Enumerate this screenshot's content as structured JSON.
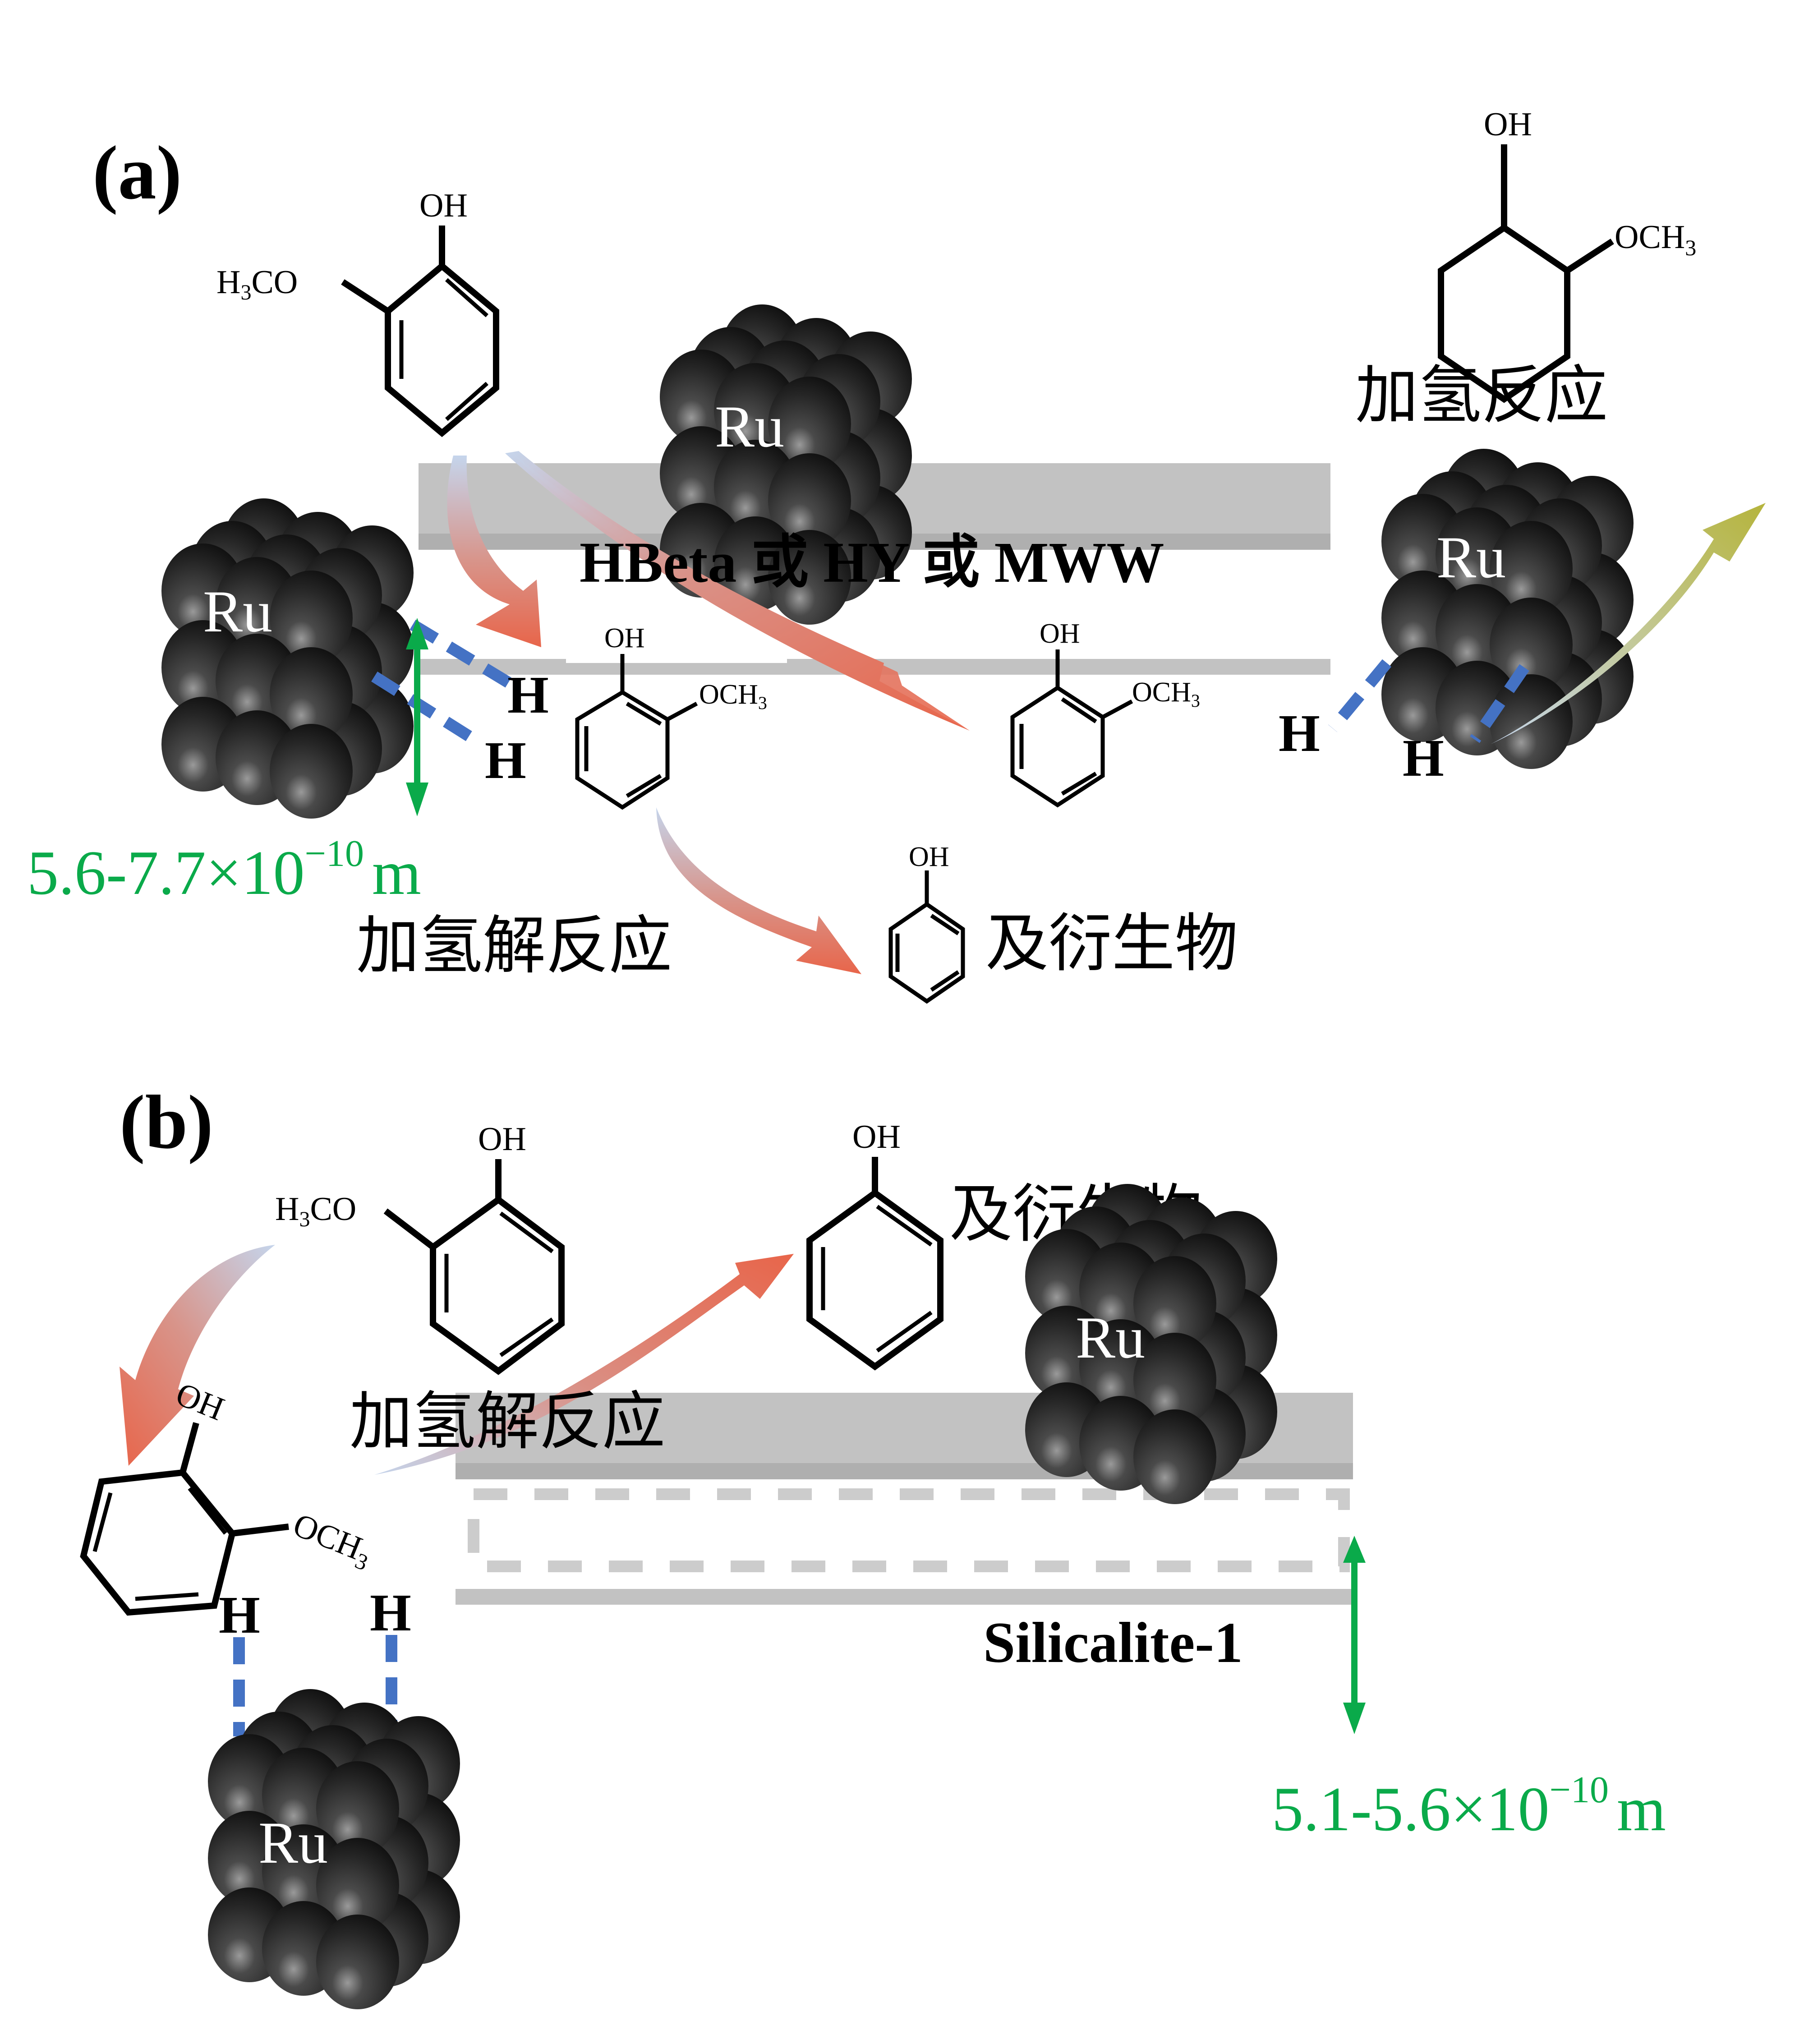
{
  "figure": {
    "panels": [
      {
        "id": "a",
        "label": "(a)",
        "zeolite_label": "HBeta 或 HY 或 MWW",
        "pore_size": {
          "base": "5.6-7.7×10",
          "exponent": "−10",
          "unit": "m"
        },
        "reactant": {
          "name": "guaiacol",
          "oh": "OH",
          "substituent_main": "H",
          "substituent_sub": "3",
          "substituent_tail": "CO"
        },
        "adsorbed_molecules": [
          {
            "oh": "OH",
            "ome_main": "OCH",
            "ome_sub": "3"
          },
          {
            "oh": "OH",
            "ome_main": "OCH",
            "ome_sub": "3"
          }
        ],
        "hydrogenation_product": {
          "name": "2-methoxycyclohexanol",
          "oh": "OH",
          "ome_main": "OCH",
          "ome_sub": "3"
        },
        "hydrogenation_label": "加氢反应",
        "hydrogenolysis_label": "加氢解反应",
        "phenol_product": {
          "oh": "OH"
        },
        "derivatives_label": "及衍生物",
        "catalyst_label": "Ru",
        "hydrogen_label": "H",
        "ru_clusters": 3,
        "hydrogen_atoms": 4
      },
      {
        "id": "b",
        "label": "(b)",
        "zeolite_label": "Silicalite-1",
        "pore_size": {
          "base": "5.1-5.6×10",
          "exponent": "−10",
          "unit": "m"
        },
        "reactant": {
          "name": "guaiacol",
          "oh": "OH",
          "substituent_main": "H",
          "substituent_sub": "3",
          "substituent_tail": "CO"
        },
        "adsorbed_molecule": {
          "oh": "OH",
          "ome_main": "OCH",
          "ome_sub": "3"
        },
        "hydrogenolysis_label": "加氢解反应",
        "phenol_product": {
          "oh": "OH"
        },
        "derivatives_label": "及衍生物",
        "catalyst_label": "Ru",
        "hydrogen_label": "H",
        "ru_clusters": 2,
        "hydrogen_atoms": 2
      }
    ],
    "colors": {
      "zeolite_light": "#c2c2c2",
      "zeolite_dark": "#afafaf",
      "arrow_start": "#c5d5ec",
      "arrow_end": "#e8654a",
      "arrow_green_end": "#b5b43c",
      "hydrogen_bond": "#4472c4",
      "pore_dimension": "#0aaa4a",
      "ru_sphere": "#2a2a2a"
    }
  }
}
